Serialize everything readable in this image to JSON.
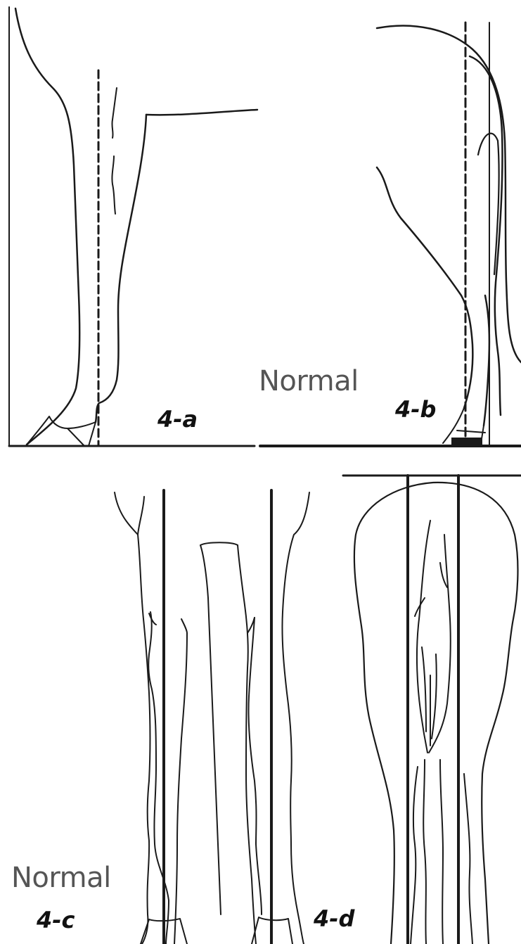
{
  "panels": [
    {
      "id": "a",
      "label": "4-a"
    },
    {
      "id": "b",
      "label": "4-b"
    },
    {
      "id": "c",
      "label": "4-c"
    },
    {
      "id": "d",
      "label": "4-d"
    }
  ],
  "normal_labels": [
    "Normal",
    "Normal"
  ],
  "colors": {
    "ink": "#1a1a1a",
    "caption_gray": "#555555",
    "background": "#ffffff"
  }
}
